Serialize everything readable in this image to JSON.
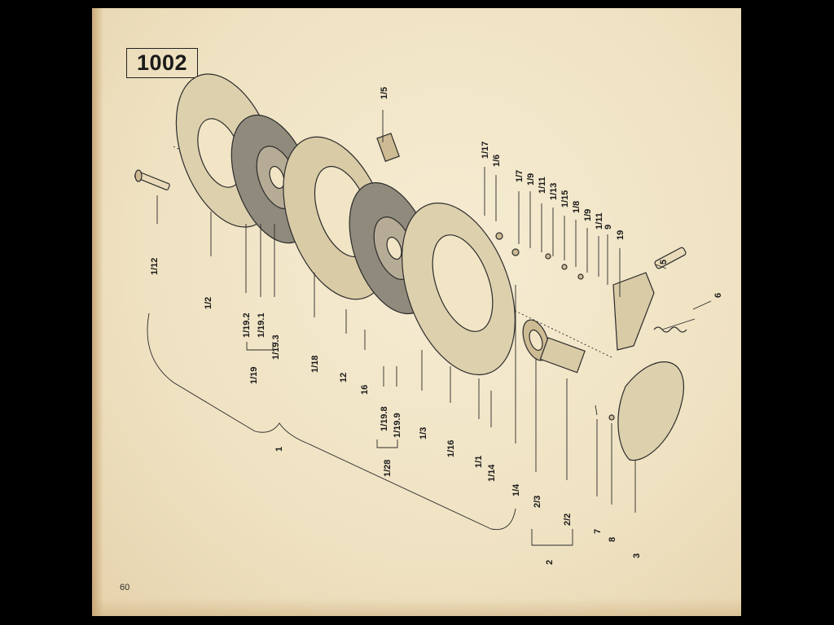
{
  "page": {
    "code": "1002",
    "number": "60"
  },
  "labels": {
    "l_1_12": "1/12",
    "l_1_2": "1/2",
    "l_1_19_2": "1/19.2",
    "l_1_19_1": "1/19.1",
    "l_1_19_3": "1/19.3",
    "l_1_19": "1/19",
    "l_1_18": "1/18",
    "l_12": "12",
    "l_16": "16",
    "l_1_19_8": "1/19.8",
    "l_1_19_9": "1/19.9",
    "l_1_28": "1/28",
    "l_1_3": "1/3",
    "l_1_16": "1/16",
    "l_1_1": "1/1",
    "l_1_14": "1/14",
    "l_1_4": "1/4",
    "l_2_3": "2/3",
    "l_2_2": "2/2",
    "l_2": "2",
    "l_7": "7",
    "l_8": "8",
    "l_3": "3",
    "l_1_5": "1/5",
    "l_1_17": "1/17",
    "l_1_6": "1/6",
    "l_1_7": "1/7",
    "l_1_9a": "1/9",
    "l_1_11a": "1/11",
    "l_1_13": "1/13",
    "l_1_15": "1/15",
    "l_1_8": "1/8",
    "l_1_9b": "1/9",
    "l_1_11b": "1/11",
    "l_9": "9",
    "l_19": "19",
    "l_5": "5",
    "l_6": "6",
    "l_1": "1"
  }
}
